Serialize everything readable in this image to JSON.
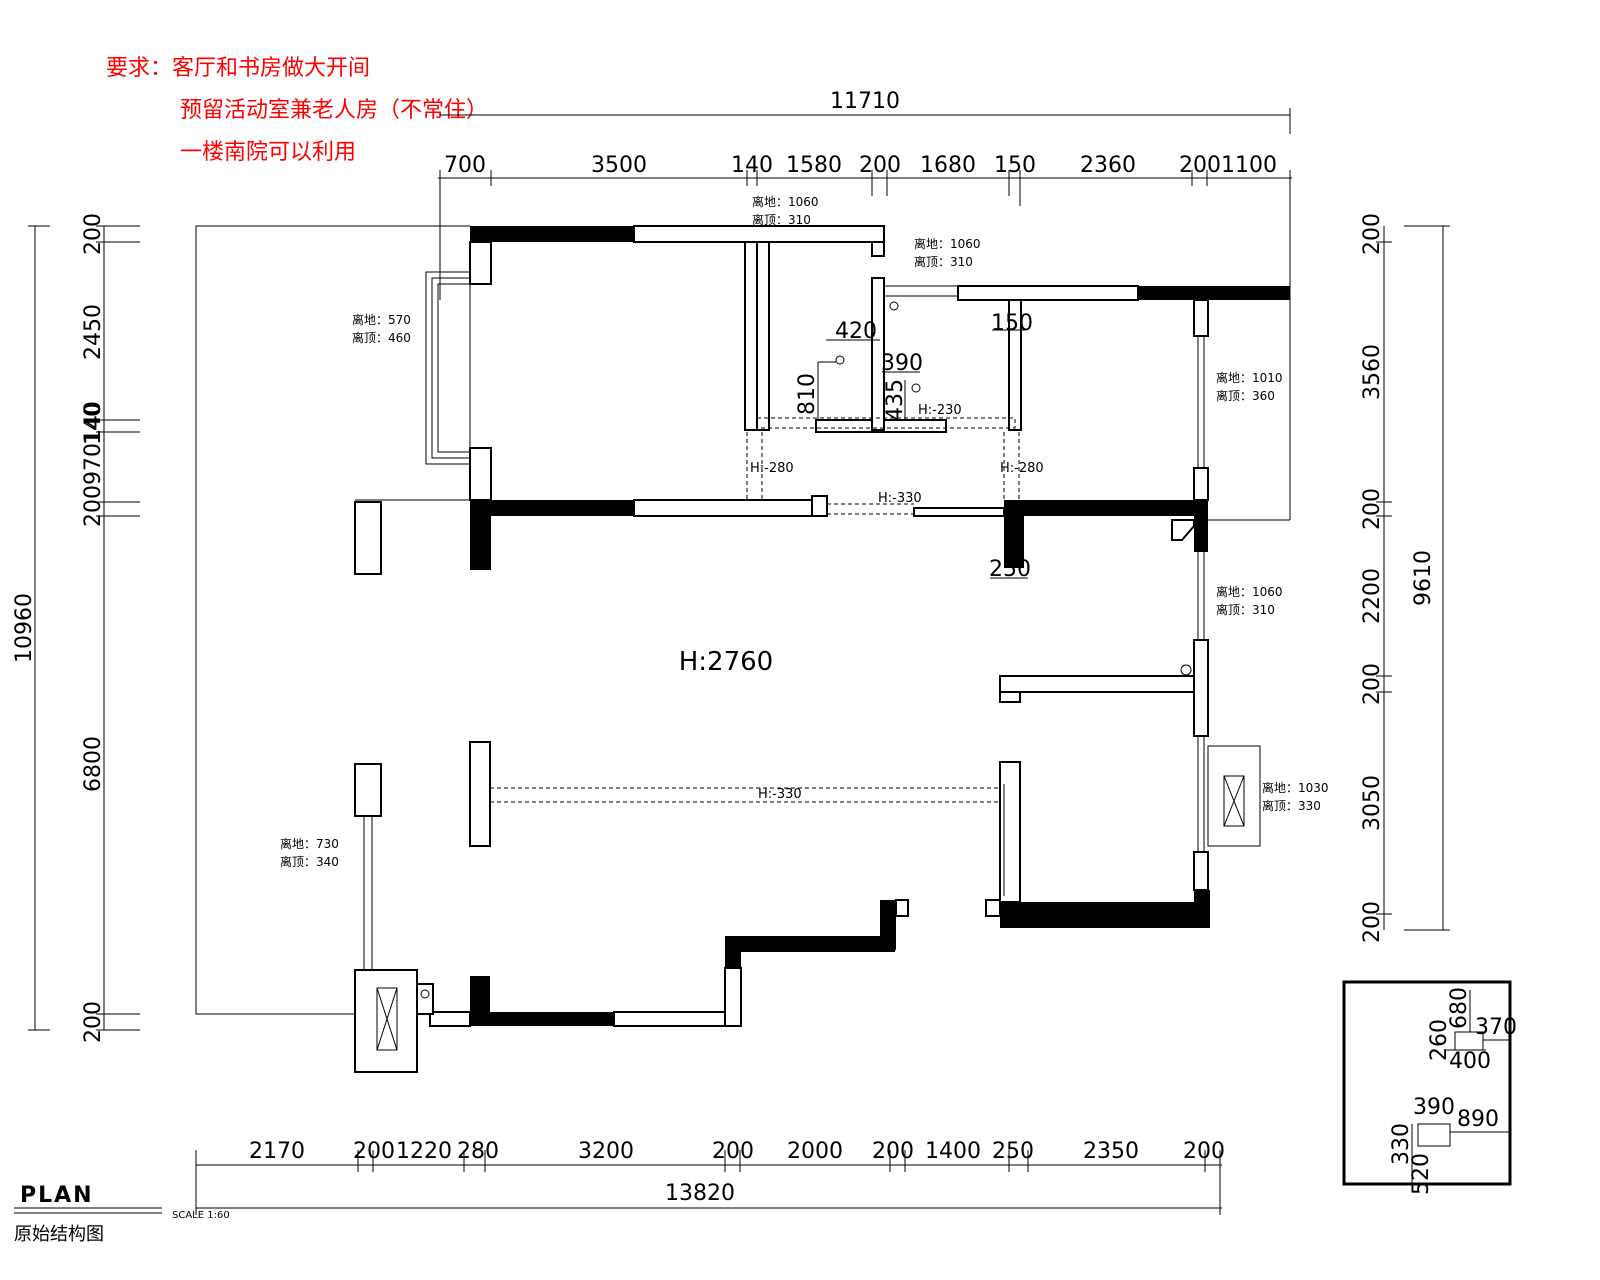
{
  "requirements": {
    "line1": "要求：客厅和书房做大开间",
    "line2": "预留活动室兼老人房（不常住）",
    "line3": "一楼南院可以利用"
  },
  "dimensions": {
    "top_total": "11710",
    "top": [
      "700",
      "3500",
      "140",
      "1580",
      "200",
      "1680",
      "150",
      "2360",
      "2001100"
    ],
    "bottom_total": "13820",
    "bottom": [
      "2170",
      "200",
      "1220",
      "280",
      "3200",
      "200",
      "2000",
      "200",
      "1400",
      "250",
      "2350",
      "200"
    ],
    "left_total": "10960",
    "left": [
      "200",
      "2450",
      "140",
      "200970140",
      "6800",
      "200"
    ],
    "right_total": "9610",
    "right": [
      "200",
      "3560",
      "200",
      "2200",
      "200",
      "3050",
      "200"
    ],
    "inner": [
      "420",
      "810",
      "390",
      "435",
      "150",
      "250"
    ]
  },
  "window_notes": [
    {
      "sill": "离地：1060",
      "top": "离顶：310"
    },
    {
      "sill": "离地：1060",
      "top": "离顶：310"
    },
    {
      "sill": "离地：570",
      "top": "离顶：460"
    },
    {
      "sill": "离地：1010",
      "top": "离顶：360"
    },
    {
      "sill": "离地：1060",
      "top": "离顶：310"
    },
    {
      "sill": "离地：1030",
      "top": "离顶：330"
    },
    {
      "sill": "离地：730",
      "top": "离顶：340"
    }
  ],
  "heights": {
    "main": "H:2760",
    "h1": "H:-230",
    "h2": "H:-280",
    "h3": "H:-280",
    "h4": "H:-330",
    "h5": "H:-330"
  },
  "detail": [
    "680",
    "370",
    "260",
    "400",
    "390",
    "890",
    "330",
    "520"
  ],
  "footer": {
    "plan": "PLAN",
    "scale": "SCALE 1:60",
    "subtitle": "原始结构图"
  }
}
